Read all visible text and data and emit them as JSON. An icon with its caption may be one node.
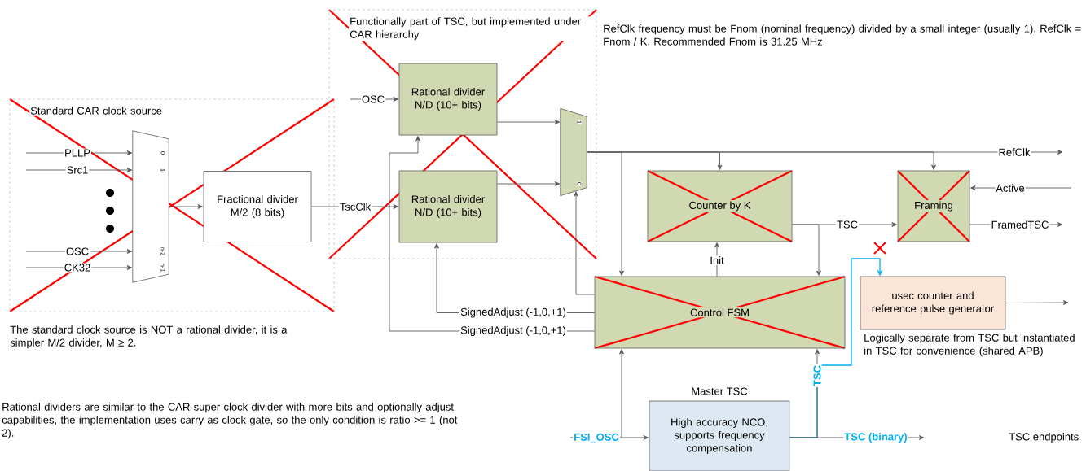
{
  "diagram": {
    "nodes": [
      {
        "text": [
          "Standard CAR clock source"
        ]
      },
      {
        "text": [],
        "shape": "trapezoid",
        "in": 0
      },
      {
        "text": [
          "Fractional divider M/2 (8 bits)"
        ],
        "in": 0
      },
      {
        "text": [
          "Functionally part of TSC, but implemented under CAR hierarchy"
        ]
      },
      {
        "text": [
          "Rational divider N/D (10+ bits)"
        ],
        "in": 3
      },
      {
        "text": [
          "Rational divider N/D (10+ bits)"
        ],
        "in": 3
      },
      {
        "text": [],
        "shape": "trapezoid",
        "in": 3
      },
      {
        "text": [
          "Counter by K"
        ]
      },
      {
        "text": [
          "Framing"
        ]
      },
      {
        "text": [
          "Control FSM"
        ]
      },
      {
        "text": [
          "usec counter and reference pulse generator"
        ],
        "beside": [
          "Logically separate from TSC but instantiated in TSC for convenience (shared APB)"
        ]
      },
      {
        "text": [
          "Master TSC",
          "High accuracy NCO, supports frequency compensation"
        ]
      }
    ],
    "edges": [
      {
        "from": null,
        "to": 1,
        "arrow": "to",
        "label": "PLLP"
      },
      {
        "from": null,
        "to": 1,
        "arrow": "to",
        "label": "Src1"
      },
      {
        "from": null,
        "to": 1,
        "arrow": "to",
        "label": "OSC"
      },
      {
        "from": null,
        "to": 1,
        "arrow": "to",
        "label": "CK32"
      },
      {
        "from": 1,
        "to": 2,
        "arrow": "to"
      },
      {
        "from": 2,
        "to": 5,
        "arrow": "to",
        "label": "TscClk"
      },
      {
        "from": null,
        "to": 4,
        "arrow": "to",
        "label": "OSC"
      },
      {
        "from": 9,
        "to": 5,
        "arrow": "to",
        "label": "SignedAdjust (-1,0,+1)"
      },
      {
        "from": 9,
        "to": 4,
        "arrow": "to",
        "label": "SignedAdjust (-1,0,+1)"
      },
      {
        "from": 4,
        "to": 6,
        "arrow": "to"
      },
      {
        "from": 5,
        "to": 6,
        "arrow": "to"
      },
      {
        "from": 6,
        "to": null,
        "arrow": "to",
        "label": "RefClk"
      },
      {
        "from": 6,
        "to": 7,
        "arrow": "to"
      },
      {
        "from": 6,
        "to": 8,
        "arrow": "to"
      },
      {
        "from": 6,
        "to": 9,
        "arrow": "to"
      },
      {
        "from": null,
        "to": 8,
        "arrow": "to",
        "label": "Active"
      },
      {
        "from": 8,
        "to": null,
        "arrow": "to",
        "label": "FramedTSC"
      },
      {
        "from": 7,
        "to": 8,
        "arrow": "to",
        "label": "TSC"
      },
      {
        "from": 7,
        "to": 9,
        "arrow": "to"
      },
      {
        "from": 9,
        "to": 7,
        "arrow": "to",
        "label": "Init"
      },
      {
        "from": 9,
        "to": 6,
        "arrow": "to"
      },
      {
        "from": null,
        "to": 11,
        "arrow": "to",
        "label": "FSI_OSC"
      },
      {
        "from": null,
        "to": 9,
        "arrow": "to"
      },
      {
        "from": 11,
        "to": 10,
        "arrow": "to",
        "color": "#00b0f0"
      },
      {
        "from": 11,
        "to": null,
        "arrow": "to",
        "label": "TSC (binary)"
      },
      {
        "from": 11,
        "to": 9,
        "arrow": "to",
        "label": "TSC"
      },
      {
        "from": 10,
        "to": null,
        "arrow": "to"
      }
    ],
    "labels": [
      "0",
      "1",
      "n-2",
      "n-1",
      "1",
      "0",
      "RefClk frequency must be Fnom (nominal frequency) divided by a small integer (usually 1), RefClk = Fnom / K.  Recommended Fnom is 31.25 MHz",
      "The standard clock source is NOT a rational divider, it is a simpler M/2 divider, M ≥ 2.",
      "TSC endpoints",
      "Rational dividers are similar to  the CAR super clock divider with more bits and optionally adjust capabilities, the implementation uses carry as clock gate, so the only condition is ratio >= 1 (not 2)."
    ]
  }
}
